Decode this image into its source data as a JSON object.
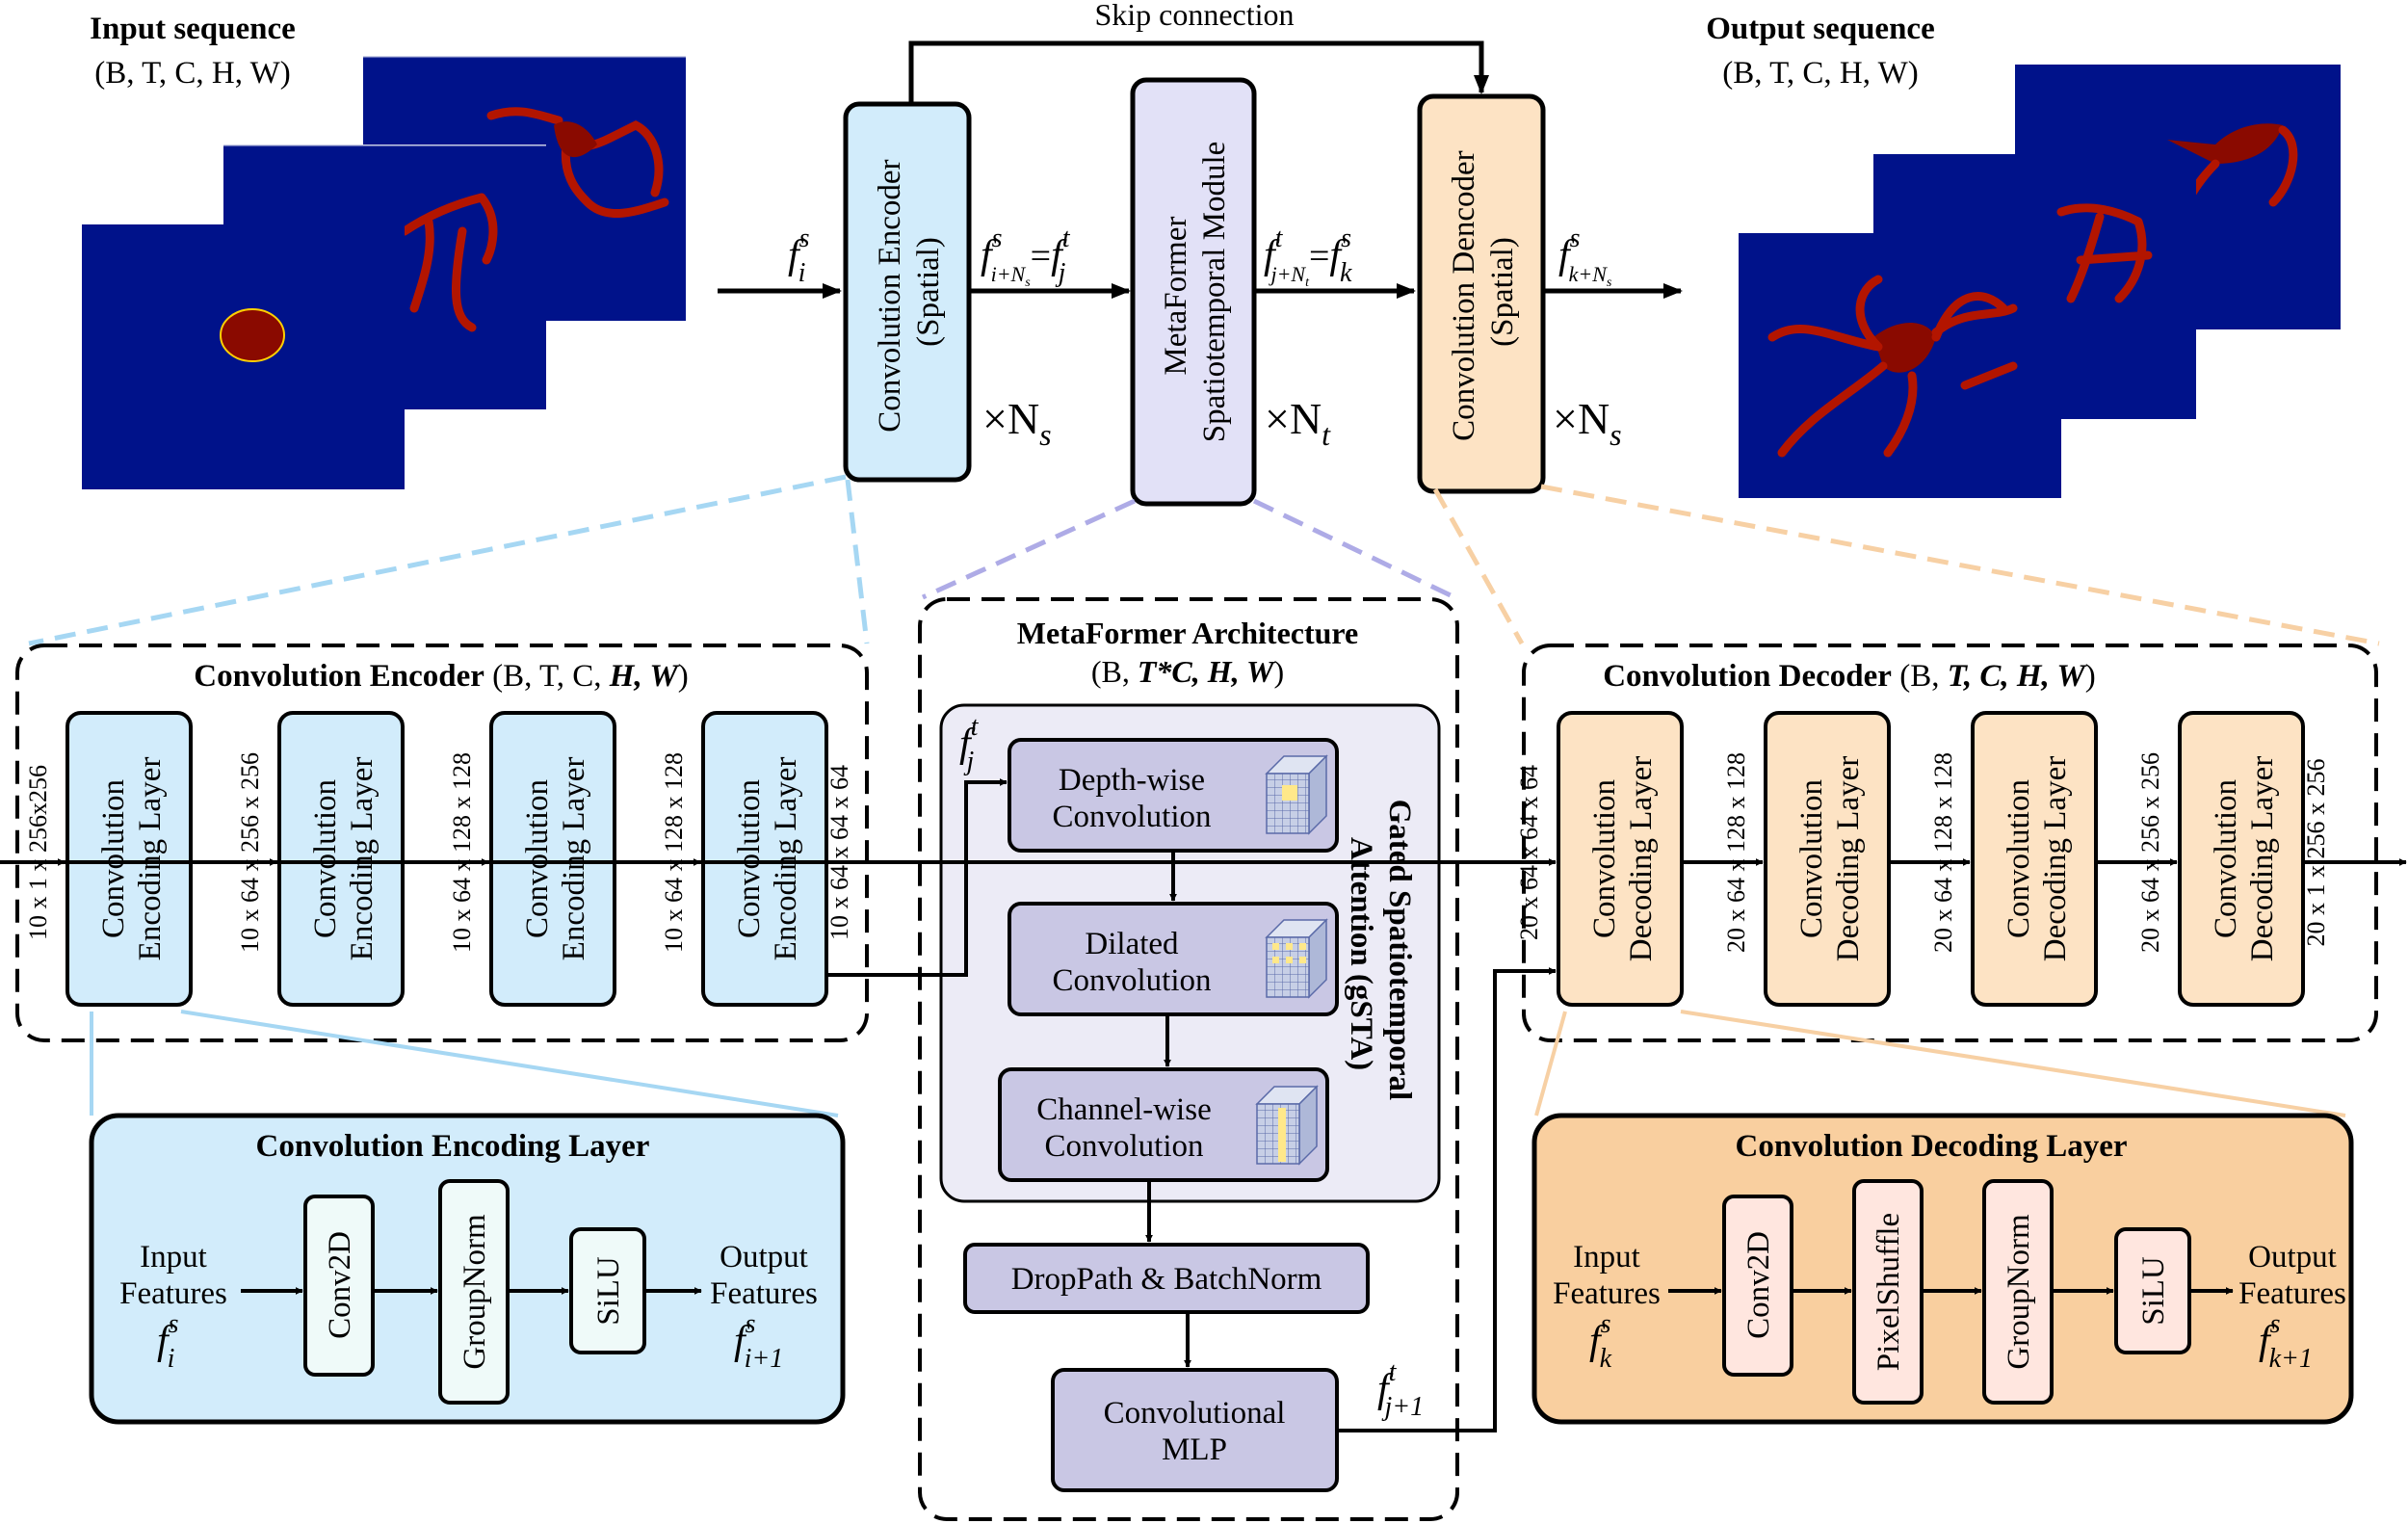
{
  "top": {
    "input_title": "Input sequence",
    "input_dims": "(B, T, C, H, W)",
    "output_title": "Output sequence",
    "output_dims": "(B, T, C, H, W)",
    "skip_label": "Skip connection",
    "encoder_label": [
      "Convolution Encoder",
      "(Spatial)"
    ],
    "metaformer_label": [
      "MetaFormer",
      "Spatiotemporal Module"
    ],
    "decoder_label": [
      "Convolution Dencoder",
      "(Spatial)"
    ],
    "reps": {
      "encoder": "×N",
      "encoder_sub": "s",
      "metaformer": "×N",
      "metaformer_sub": "t",
      "decoder": "×N",
      "decoder_sub": "s"
    },
    "features": {
      "f_in": {
        "base": "f",
        "sup": "s",
        "sub": "i"
      },
      "f_enc_out": {
        "lhs_base": "f",
        "lhs_sup": "s",
        "lhs_sub": "i+N",
        "lhs_subsub": "s",
        "eq": "=",
        "rhs_base": "f",
        "rhs_sup": "t",
        "rhs_sub": "j"
      },
      "f_mf_out": {
        "lhs_base": "f",
        "lhs_sup": "t",
        "lhs_sub": "j+N",
        "lhs_subsub": "t",
        "eq": "=",
        "rhs_base": "f",
        "rhs_sup": "s",
        "rhs_sub": "k"
      },
      "f_out": {
        "base": "f",
        "sup": "s",
        "sub": "k+N",
        "subsub": "s"
      }
    }
  },
  "encoder": {
    "title_bold": "Convolution Encoder",
    "title_rest": " (B, T, C, ",
    "title_hw": "H, W",
    "title_close": ")",
    "layer_label": [
      "Convolution",
      "Encoding Layer"
    ],
    "shapes": [
      "10 x 1 x 256x256",
      "10 x 64 x 256 x 256",
      "10 x 64 x 128 x 128",
      "10 x 64 x 128 x 128",
      "10 x 64 x 64 x 64"
    ]
  },
  "metaformer": {
    "title": "MetaFormer Architecture",
    "dims_open": "(B, ",
    "dims_bold": "T*C, H, W",
    "dims_close": ")",
    "gsta_label": [
      "Gated Spatiotemporal",
      "Attention (gSTA)"
    ],
    "depthwise": [
      "Depth-wise",
      "Convolution"
    ],
    "dilated": [
      "Dilated",
      "Convolution"
    ],
    "channelwise": [
      "Channel-wise",
      "Convolution"
    ],
    "droppath": "DropPath & BatchNorm",
    "mlp": [
      "Convolutional",
      "MLP"
    ],
    "f_in": {
      "base": "f",
      "sup": "t",
      "sub": "j"
    },
    "f_out": {
      "base": "f",
      "sup": "t",
      "sub": "j+1"
    }
  },
  "decoder": {
    "title_bold": "Convolution Decoder",
    "title_rest": " (B, ",
    "title_bold2": "T, C, H, W",
    "title_close": ")",
    "layer_label": [
      "Convolution",
      "Decoding Layer"
    ],
    "shapes": [
      "20 x 64 x 64 x 64",
      "20 x 64 x 128 x 128",
      "20 x 64 x 128 x 128",
      "20 x 64 x 256 x 256",
      "20 x 1 x 256 x 256"
    ]
  },
  "enc_layer": {
    "title": "Convolution Encoding Layer",
    "input": [
      "Input",
      "Features"
    ],
    "output": [
      "Output",
      "Features"
    ],
    "ops": [
      "Conv2D",
      "GroupNorm",
      "SiLU"
    ],
    "f_in": {
      "base": "f",
      "sup": "s",
      "sub": "i"
    },
    "f_out": {
      "base": "f",
      "sup": "s",
      "sub": "i+1"
    }
  },
  "dec_layer": {
    "title": "Convolution Decoding Layer",
    "input": [
      "Input",
      "Features"
    ],
    "output": [
      "Output",
      "Features"
    ],
    "ops": [
      "Conv2D",
      "PixelShuffle",
      "GroupNorm",
      "SiLU"
    ],
    "f_in": {
      "base": "f",
      "sup": "s",
      "sub": "k"
    },
    "f_out": {
      "base": "f",
      "sup": "s",
      "sub": "k+1"
    }
  },
  "colors": {
    "blue_fill": "#d2ecfb",
    "blue_line": "#a6d7f3",
    "purple_fill": "#e2e1f7",
    "purple_inner": "#c9c7e4",
    "purple_line": "#aeabe6",
    "orange_fill": "#fde3c4",
    "orange_panel": "#f9cf9f",
    "orange_line": "#f7d0a4",
    "gsta_panel": "#ecebf6",
    "heatmap_bg": "#00128a",
    "heatmap_hot": "#8a0a00"
  }
}
